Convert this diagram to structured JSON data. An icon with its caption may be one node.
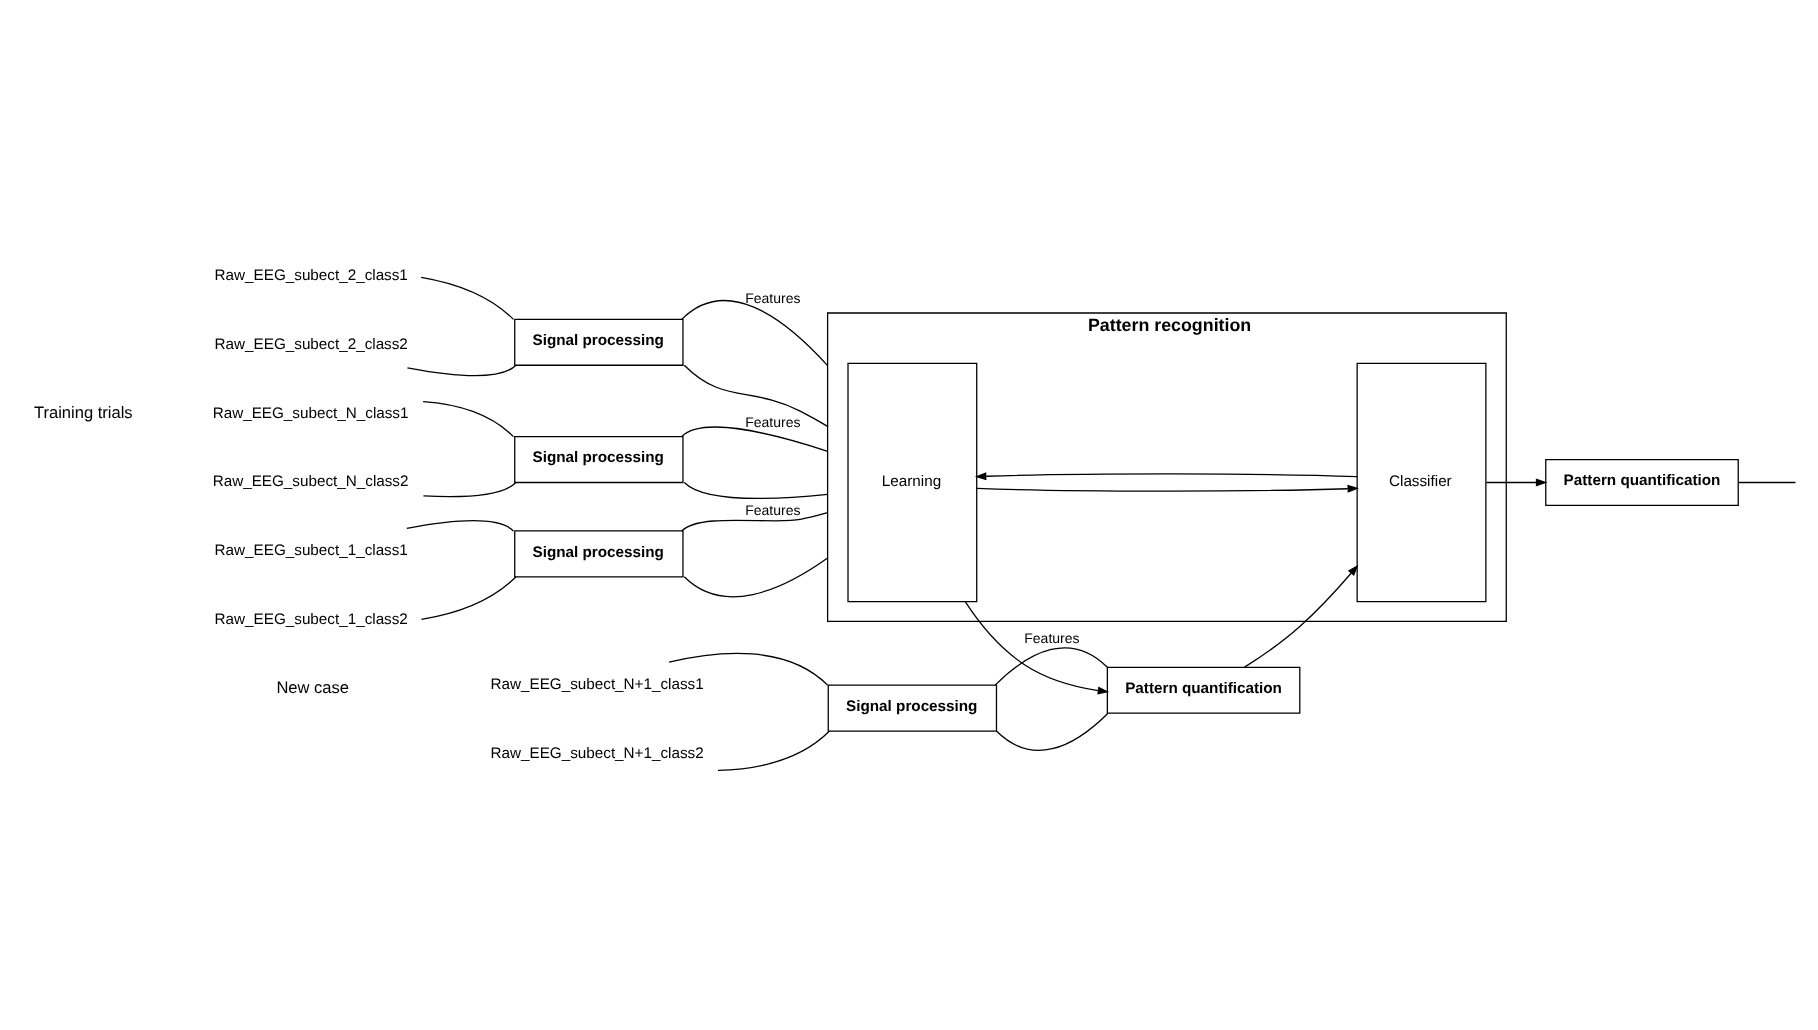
{
  "diagram": {
    "nodes": [
      {
        "text": [
          "Raw_EEG_subect_1_class1"
        ]
      },
      {
        "text": [
          "Raw_EEG_subect_1_class2"
        ]
      },
      {
        "text": [
          "Signal processing"
        ]
      },
      {
        "text": [
          "Raw_EEG_subect_2_class1"
        ]
      },
      {
        "text": [
          "Raw_EEG_subect_2_class2"
        ]
      },
      {
        "text": [
          "Signal processing"
        ]
      },
      {
        "text": [
          "Raw_EEG_subect_N_class1"
        ]
      },
      {
        "text": [
          "Raw_EEG_subect_N_class2"
        ]
      },
      {
        "text": [
          "Signal processing"
        ]
      },
      {
        "text": [
          "Pattern recognition"
        ]
      },
      {
        "text": [
          "Learning"
        ],
        "in": 9
      },
      {
        "text": [
          "Classifier"
        ],
        "in": 9
      },
      {
        "text": [
          "Raw_EEG_subect_N+1_class1"
        ]
      },
      {
        "text": [
          "Raw_EEG_subect_N+1_class2"
        ]
      },
      {
        "text": [
          "Signal processing"
        ]
      },
      {
        "text": [
          "Pattern quantification"
        ]
      },
      {
        "text": [
          "Pattern quantification"
        ]
      }
    ],
    "edges": [
      {
        "from": 0,
        "to": 2,
        "arrow": "none"
      },
      {
        "from": 1,
        "to": 2,
        "arrow": "none"
      },
      {
        "from": 3,
        "to": 5,
        "arrow": "none"
      },
      {
        "from": 4,
        "to": 5,
        "arrow": "none"
      },
      {
        "from": 6,
        "to": 8,
        "arrow": "none"
      },
      {
        "from": 7,
        "to": 8,
        "arrow": "none"
      },
      {
        "from": 2,
        "to": 9,
        "arrow": "none",
        "label": "Features"
      },
      {
        "from": 2,
        "to": 9,
        "arrow": "none"
      },
      {
        "from": 5,
        "to": 9,
        "arrow": "none",
        "label": "Features"
      },
      {
        "from": 5,
        "to": 9,
        "arrow": "none"
      },
      {
        "from": 8,
        "to": 9,
        "arrow": "none",
        "label": "Features"
      },
      {
        "from": 8,
        "to": 9,
        "arrow": "none"
      },
      {
        "from": 10,
        "to": 11,
        "arrow": "to"
      },
      {
        "from": 11,
        "to": 10,
        "arrow": "to"
      },
      {
        "from": 12,
        "to": 14,
        "arrow": "none"
      },
      {
        "from": 13,
        "to": 14,
        "arrow": "none"
      },
      {
        "from": 14,
        "to": 15,
        "arrow": "none",
        "label": "Features"
      },
      {
        "from": 14,
        "to": 15,
        "arrow": "none"
      },
      {
        "from": 10,
        "to": 15,
        "arrow": "to"
      },
      {
        "from": 15,
        "to": 11,
        "arrow": "to"
      },
      {
        "from": 11,
        "to": 16,
        "arrow": "to"
      },
      {
        "from": 16,
        "to": null,
        "arrow": "none"
      }
    ],
    "labels": [
      "Training trials",
      "New case"
    ]
  }
}
